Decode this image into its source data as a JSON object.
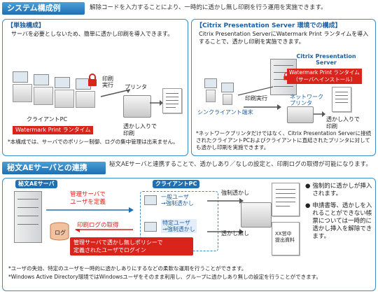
{
  "system": {
    "header": "システム構成例",
    "desc": "解除コードを入力することにより、一時的に透かし無し印刷を行う運用を実施できます。",
    "left": {
      "title": "【単独構成】",
      "desc": "サーバを必要としないため、簡単に透かし印刷を導入できます。",
      "print_exec": "印刷実行",
      "printer": "プリンタ",
      "client": "クライアントPC",
      "runtime": "Watermark Print ランタイム",
      "result": "透かし入りで印刷",
      "note": "*本構成では、サーバでのポリシー制御、ログの集中管理は出来ません。"
    },
    "right": {
      "title": "【Citrix Presentation Server 環境での構成】",
      "desc": "Citrix Presentation ServerにWatermark Print ランタイムを導入することで、透かし印刷を実施できます。",
      "server_label": "Citrix Presentation Server",
      "runtime_line1": "Watermark Print ランタイム",
      "runtime_line2": "（サーバへインストール）",
      "network_printer": "ネットワークプリンタ",
      "thin_client": "シンクライアント端末",
      "print_exec": "印刷実行",
      "result": "透かし入りで印刷",
      "note": "*ネットワークプリンタだけではなく、Citrix Presentation Serverに接続されたクライアントPCおよびクライアントに直結されたプリンタに対しても透かし印刷を実施できます。"
    }
  },
  "aeserver": {
    "header": "秘文AEサーバとの連携",
    "desc": "秘文AEサーバと連携することで、透かしあり／なしの設定と、印刷ログの取得が可能になります。",
    "server_title": "秘文AEサーバ",
    "log": "ログ",
    "policy_line1": "管理サーバで",
    "policy_line2": "ユーザを定義",
    "print_log": "印刷ログの取得",
    "client_title": "クライアントPC",
    "user1_line1": "一般ユーザ",
    "user1_line2": "→強制透かし",
    "user2_line1": "特定ユーザ",
    "user2_line2": "→強制透かし",
    "forced": "強制透かし",
    "none": "透かし無し",
    "doc_line1": "XX営中",
    "doc_line2": "提出資料",
    "callout_line1": "管理サーバで透かし無しポリシーで",
    "callout_line2": "定義されたユーザでログイン",
    "bullets": [
      "強制的に透かしが挿入されます。",
      "申請書等、透かしを入れることができない帳票については一時的に透かし挿入を解除できます。"
    ],
    "notes": [
      "*ユーザの失効、特定のユーザを一時的に透かしありにするなどの柔軟な運用を行うことができます。",
      "*Windows Active Directory環境ではWindowsユーザをそのまま利用し、グループに透かしあり無しの設定を行うことができます。"
    ]
  },
  "colors": {
    "accent": "#1f6fb2",
    "red": "#d9241c",
    "panel_border": "#3a8bc8"
  }
}
